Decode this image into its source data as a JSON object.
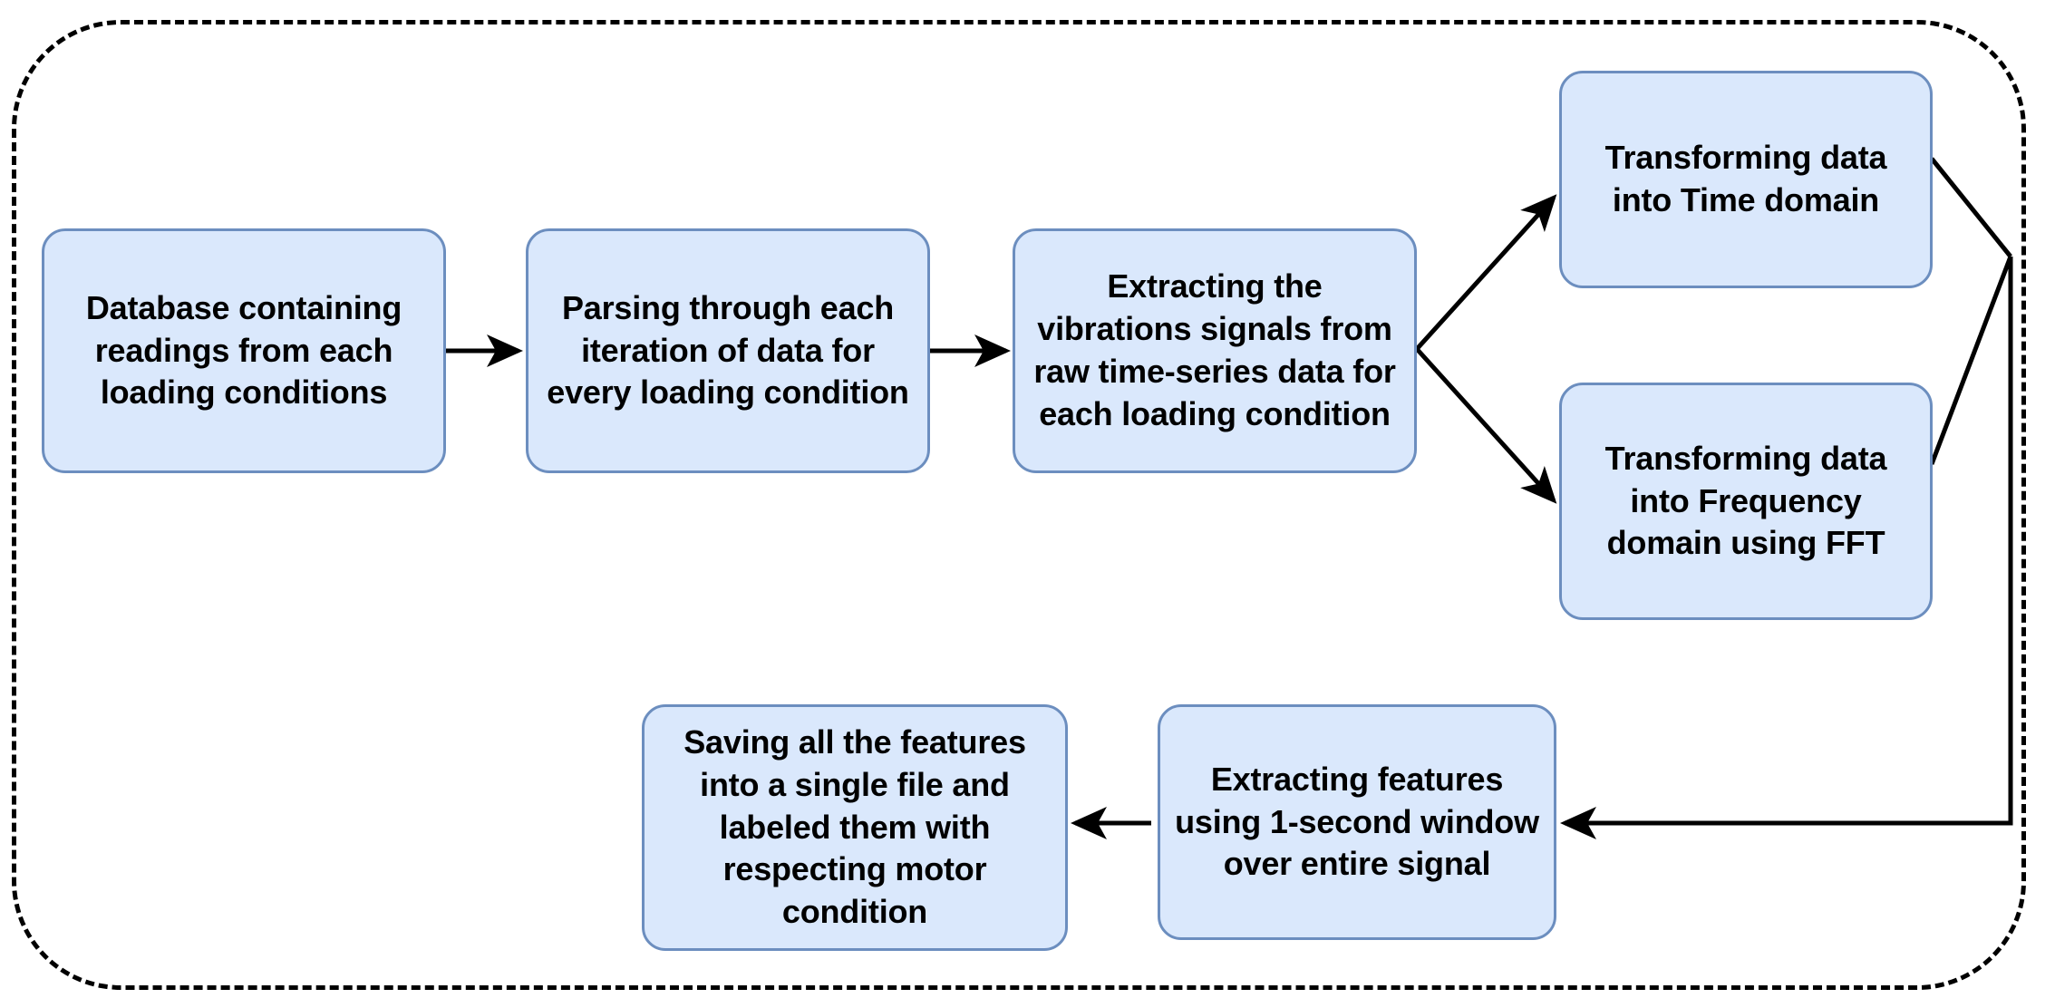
{
  "diagram": {
    "title": "Data processing pipeline flowchart",
    "colors": {
      "node_fill": "#dae8fc",
      "node_border": "#6c8ebf",
      "connector": "#000000",
      "container_border": "#000000",
      "background": "#ffffff",
      "text": "#000000"
    },
    "container": {
      "style": "dashed-rounded-rectangle"
    },
    "nodes": [
      {
        "id": "database",
        "label": "Database containing\nreadings from each\nloading conditions",
        "shape": "rounded-rectangle"
      },
      {
        "id": "parsing",
        "label": "Parsing through each\niteration of data for\nevery loading condition",
        "shape": "rounded-rectangle"
      },
      {
        "id": "extract-signals",
        "label": "Extracting the\nvibrations signals from\nraw time-series data for\neach loading condition",
        "shape": "rounded-rectangle"
      },
      {
        "id": "time-domain",
        "label": "Transforming data\ninto Time domain",
        "shape": "rounded-rectangle"
      },
      {
        "id": "freq-domain",
        "label": "Transforming data\ninto Frequency\ndomain using FFT",
        "shape": "rounded-rectangle"
      },
      {
        "id": "extract-features",
        "label": "Extracting features\nusing 1-second window\nover entire signal",
        "shape": "rounded-rectangle"
      },
      {
        "id": "saving",
        "label": "Saving all the features\ninto a single file and\nlabeled them with\nrespecting motor\ncondition",
        "shape": "rounded-rectangle"
      }
    ],
    "edges": [
      {
        "id": "e1",
        "from": "database",
        "to": "parsing",
        "style": "straight-arrow",
        "direction": "right"
      },
      {
        "id": "e2",
        "from": "parsing",
        "to": "extract-signals",
        "style": "straight-arrow",
        "direction": "right"
      },
      {
        "id": "e3",
        "from": "extract-signals",
        "to": "time-domain",
        "style": "diagonal-arrow",
        "direction": "up-right"
      },
      {
        "id": "e4",
        "from": "extract-signals",
        "to": "freq-domain",
        "style": "diagonal-arrow",
        "direction": "down-right"
      },
      {
        "id": "e5",
        "from": "time-domain",
        "to": "merge-point",
        "style": "diagonal-line",
        "direction": "down-right"
      },
      {
        "id": "e6",
        "from": "freq-domain",
        "to": "merge-point",
        "style": "diagonal-line",
        "direction": "up-right"
      },
      {
        "id": "e7",
        "from": "merge-point",
        "to": "extract-features",
        "style": "elbow-arrow",
        "direction": "down-then-left"
      },
      {
        "id": "e8",
        "from": "extract-features",
        "to": "saving",
        "style": "straight-arrow",
        "direction": "left"
      }
    ]
  }
}
